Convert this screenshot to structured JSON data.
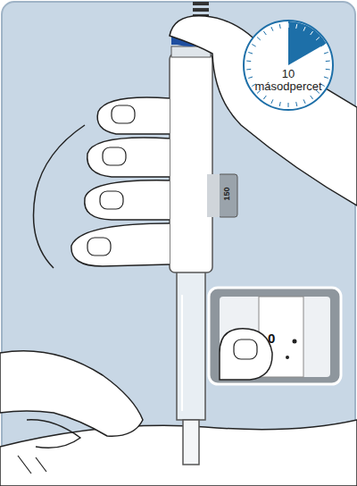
{
  "diagram": {
    "nodes": [
      {
        "text": [
          "10 másodpercet"
        ]
      }
    ],
    "labels": [
      "150",
      "0"
    ]
  }
}
